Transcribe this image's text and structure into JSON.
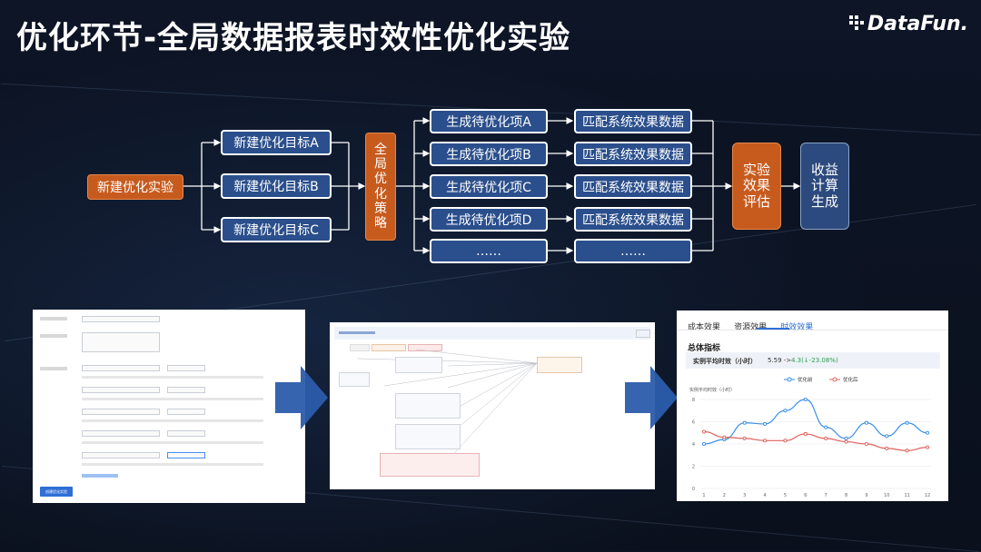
{
  "slide": {
    "title": "优化环节-全局数据报表时效性优化实验",
    "logo": "DataFun."
  },
  "flow": {
    "start": "新建优化实验",
    "targets": [
      "新建优化目标A",
      "新建优化目标B",
      "新建优化目标C"
    ],
    "strategy": [
      "全",
      "局",
      "优",
      "化",
      "策",
      "略"
    ],
    "items": [
      "生成待优化项A",
      "生成待优化项B",
      "生成待优化项C",
      "生成待优化项D",
      "……"
    ],
    "matches": [
      "匹配系统效果数据",
      "匹配系统效果数据",
      "匹配系统效果数据",
      "匹配系统效果数据",
      "……"
    ],
    "evaluate": [
      "实验",
      "效果",
      "评估"
    ],
    "revenue": [
      "收益",
      "计算",
      "生成"
    ]
  },
  "screenshot_form": {
    "button": "创建优化实验"
  },
  "screenshot_chart": {
    "tabs": [
      "成本效果",
      "资源效果",
      "时效效果"
    ],
    "section_title": "总体指标",
    "metric_label": "实例平均时效（小时）",
    "metric_value": "5.59 ->",
    "metric_new": "4.3(↓-23.08%)",
    "legend": [
      "优化前",
      "优化后"
    ],
    "colors": {
      "before": "#3a8ee6",
      "after": "#e0605a"
    },
    "ylabel": "实例平均时效（小时）"
  },
  "chart_data": {
    "type": "line",
    "x": [
      1,
      2,
      3,
      4,
      5,
      6,
      7,
      8,
      9,
      10,
      11,
      12
    ],
    "ylim": [
      0,
      8
    ],
    "yticks": [
      0,
      2,
      4,
      6,
      8
    ],
    "series": [
      {
        "name": "优化前",
        "values": [
          4.0,
          4.4,
          5.9,
          5.8,
          7.0,
          8.0,
          5.5,
          4.5,
          5.9,
          4.7,
          5.9,
          5.0
        ]
      },
      {
        "name": "优化后",
        "values": [
          5.1,
          4.6,
          4.5,
          4.3,
          4.3,
          4.9,
          4.5,
          4.2,
          4.0,
          3.6,
          3.4,
          3.7
        ]
      }
    ]
  }
}
